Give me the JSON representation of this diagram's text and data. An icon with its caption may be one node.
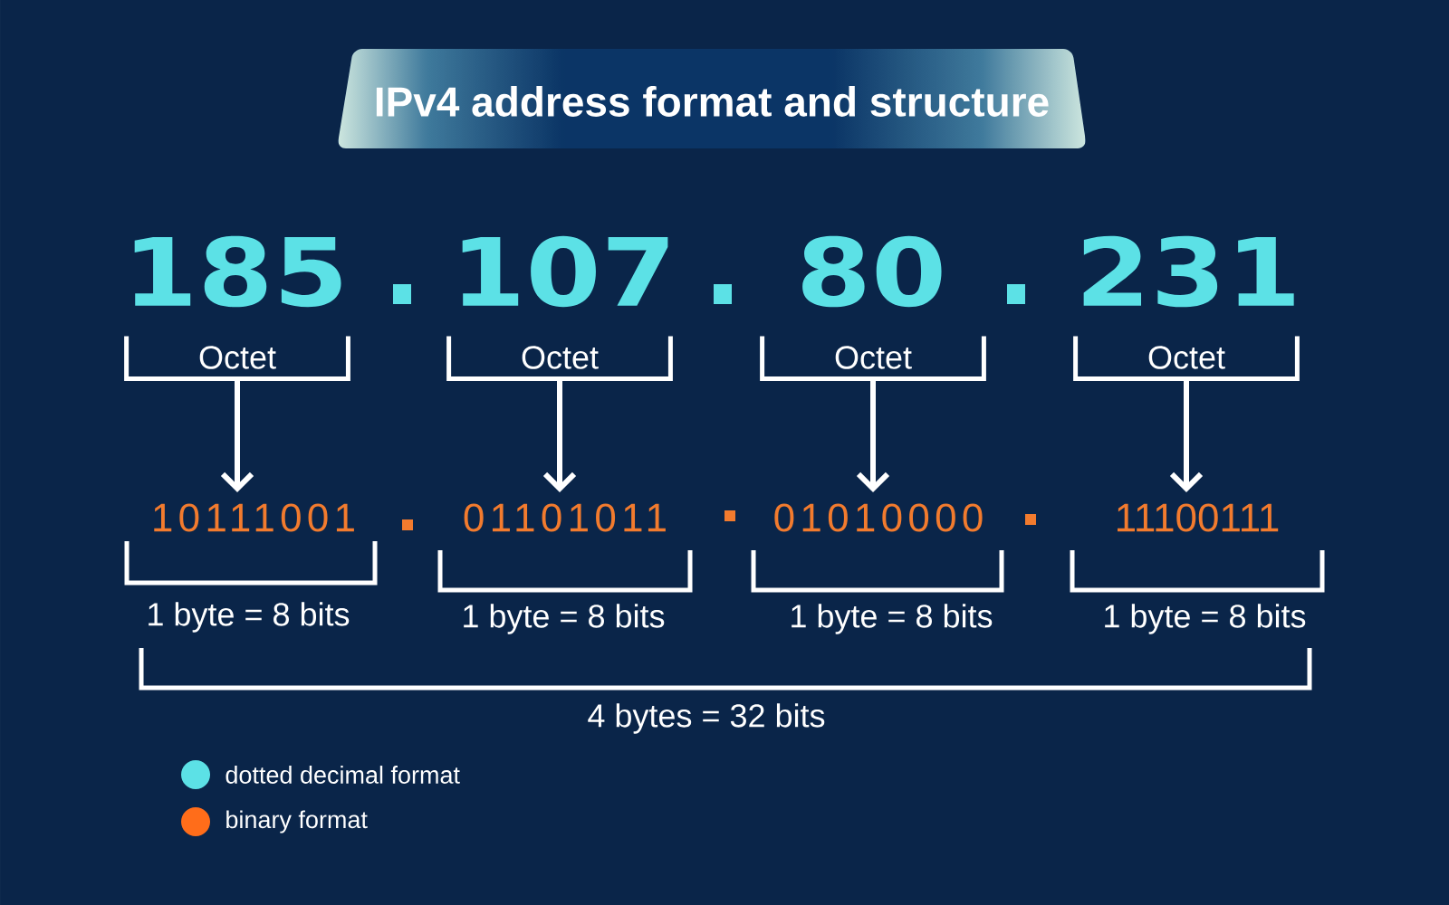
{
  "diagram": {
    "title": "IPv4 address format and structure",
    "nodes": [
      {
        "text": [
          "Octet"
        ]
      },
      {
        "text": [
          "Octet"
        ]
      },
      {
        "text": [
          "Octet"
        ]
      },
      {
        "text": [
          "Octet"
        ]
      },
      {
        "text": [
          "10111001"
        ]
      },
      {
        "text": [
          "01101011"
        ]
      },
      {
        "text": [
          "01010000"
        ]
      },
      {
        "text": [
          "11100111"
        ]
      }
    ],
    "edges": [
      {
        "from": 0,
        "to": 4,
        "arrow": "to"
      },
      {
        "from": 1,
        "to": 5,
        "arrow": "to"
      },
      {
        "from": 2,
        "to": 6,
        "arrow": "to"
      },
      {
        "from": 3,
        "to": 7,
        "arrow": "to"
      }
    ],
    "labels": [
      "185",
      "107",
      "80",
      "231",
      "1 byte = 8 bits",
      "1 byte = 8 bits",
      "1 byte = 8 bits",
      "1 byte = 8 bits",
      "4 bytes = 32 bits"
    ],
    "legend": [
      {
        "text": "dotted decimal format",
        "color": "#5ce1e6"
      },
      {
        "text": "binary format",
        "color": "#ff6d1a"
      }
    ]
  }
}
